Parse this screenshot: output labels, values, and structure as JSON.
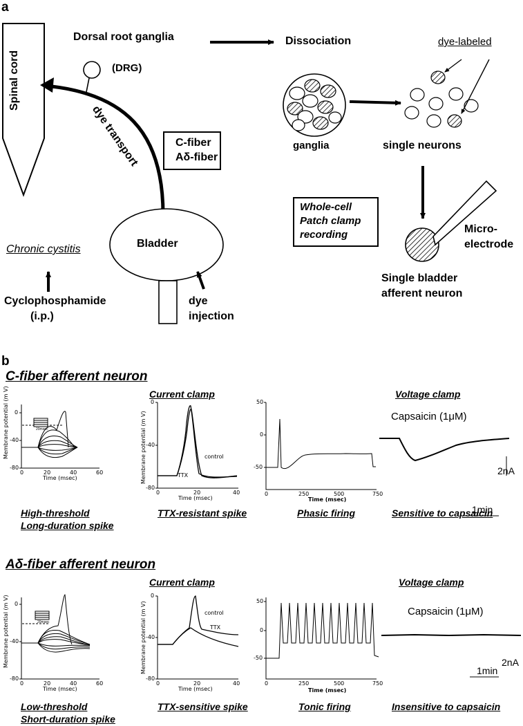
{
  "panel_a": {
    "label": "a",
    "spinal_cord": "Spinal cord",
    "drg_title": "Dorsal root ganglia",
    "drg_abbrev": "(DRG)",
    "dye_transport": "dye transport",
    "fiber_box": [
      "C-fiber",
      "Aδ-fiber"
    ],
    "bladder": "Bladder",
    "chronic_cystitis": "Chronic cystitis",
    "cyclophosphamide": "Cyclophosphamide",
    "ip": "(i.p.)",
    "dye_injection": [
      "dye",
      "injection"
    ],
    "dissociation": "Dissociation",
    "dye_labeled": "dye-labeled",
    "ganglia": "ganglia",
    "single_neurons": "single neurons",
    "patch_clamp": [
      "Whole-cell",
      "Patch clamp",
      "recording"
    ],
    "microelectrode": [
      "Micro-",
      "electrode"
    ],
    "single_bladder": [
      "Single bladder",
      "afferent neuron"
    ]
  },
  "panel_b": {
    "label": "b",
    "rows": [
      {
        "title": "C-fiber afferent neuron",
        "current_clamp": "Current clamp",
        "voltage_clamp": "Voltage clamp",
        "capsaicin": "Capsaicin (1μM)",
        "scale_current": "2nA",
        "scale_time": "1min",
        "captions": [
          "High-threshold",
          "Long-duration spike",
          "TTX-resistant spike",
          "Phasic firing",
          "Sensitive to capsaicin"
        ],
        "plot1": {
          "ylabel": "Membrane potential (m V)",
          "xlabel": "Time (msec)",
          "yticks": [
            "0",
            "-40",
            "-80"
          ],
          "xticks": [
            "0",
            "20",
            "40",
            "60"
          ],
          "inset": "20msec"
        },
        "plot2": {
          "ylabel": "Membrane potential (m V)",
          "xlabel": "Time (msec)",
          "yticks": [
            "0",
            "-40",
            "-80"
          ],
          "xticks": [
            "0",
            "20",
            "40"
          ],
          "labels": [
            "control",
            "TTX"
          ]
        },
        "plot3": {
          "xlabel": "Time (msec)",
          "yticks": [
            "50",
            "0",
            "-50"
          ],
          "xticks": [
            "0",
            "250",
            "500",
            "750"
          ]
        }
      },
      {
        "title": "Aδ-fiber afferent neuron",
        "current_clamp": "Current clamp",
        "voltage_clamp": "Voltage clamp",
        "capsaicin": "Capsaicin (1μM)",
        "scale_current": "2nA",
        "scale_time": "1min",
        "captions": [
          "Low-threshold",
          "Short-duration spike",
          "TTX-sensitive spike",
          "Tonic firing",
          "Insensitive to capsaicin"
        ],
        "plot1": {
          "ylabel": "Membrane potential (m V)",
          "xlabel": "Time (msec)",
          "yticks": [
            "0",
            "-40",
            "-80"
          ],
          "xticks": [
            "0",
            "20",
            "40",
            "60"
          ],
          "inset": "20msec"
        },
        "plot2": {
          "ylabel": "Membrane potential (m V)",
          "xlabel": "Time (msec)",
          "yticks": [
            "0",
            "-40",
            "-80"
          ],
          "xticks": [
            "0",
            "20",
            "40"
          ],
          "labels": [
            "control",
            "TTX"
          ]
        },
        "plot3": {
          "xlabel": "Time (msec)",
          "yticks": [
            "50",
            "0",
            "-50"
          ],
          "xticks": [
            "0",
            "250",
            "500",
            "750"
          ]
        }
      }
    ]
  }
}
